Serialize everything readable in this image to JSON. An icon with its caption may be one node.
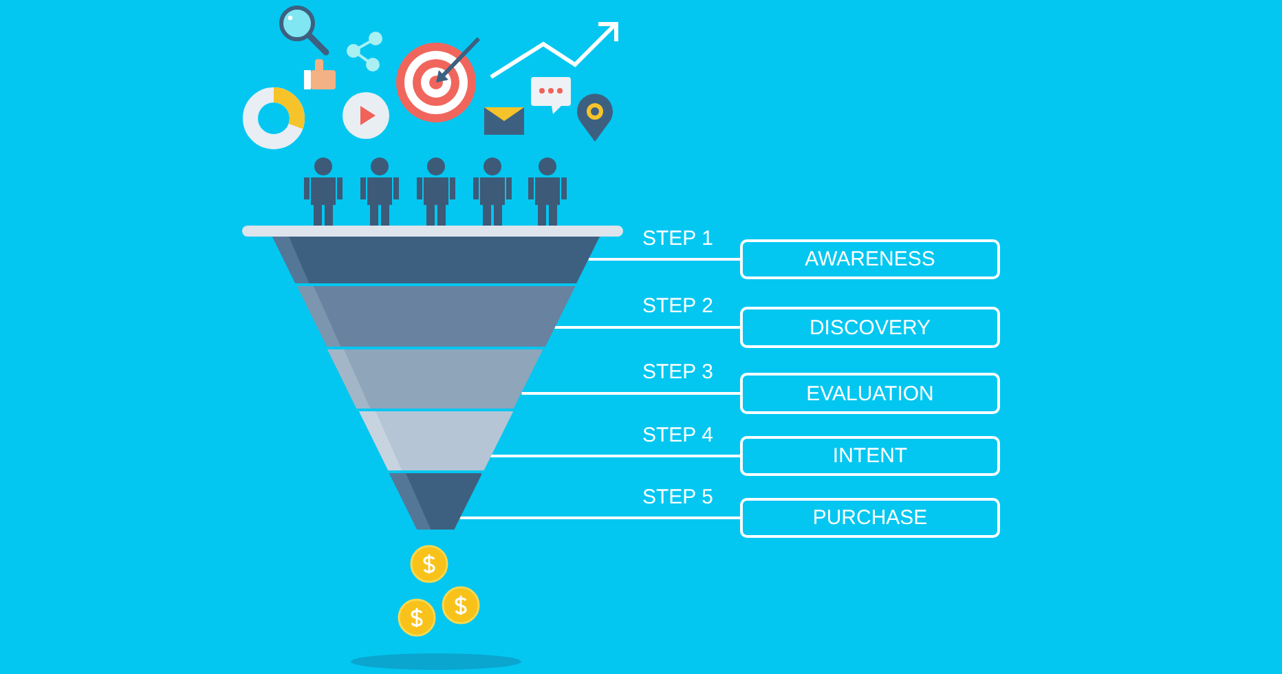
{
  "diagram": {
    "nodes": [
      {
        "text": [],
        "shape": "trapezoid"
      },
      {
        "text": [],
        "shape": "trapezoid"
      },
      {
        "text": [],
        "shape": "trapezoid"
      },
      {
        "text": [],
        "shape": "trapezoid"
      },
      {
        "text": [],
        "shape": "trapezoid"
      },
      {
        "text": [
          "AWARENESS"
        ]
      },
      {
        "text": [
          "DISCOVERY"
        ]
      },
      {
        "text": [
          "EVALUATION"
        ]
      },
      {
        "text": [
          "INTENT"
        ]
      },
      {
        "text": [
          "PURCHASE"
        ]
      }
    ],
    "edges": [
      {
        "from": 5,
        "to": 0,
        "arrow": "none",
        "label": "STEP 1"
      },
      {
        "from": 6,
        "to": 1,
        "arrow": "none",
        "label": "STEP 2"
      },
      {
        "from": 7,
        "to": 2,
        "arrow": "none",
        "label": "STEP 3"
      },
      {
        "from": 8,
        "to": 3,
        "arrow": "none",
        "label": "STEP 4"
      },
      {
        "from": 9,
        "to": 4,
        "arrow": "none",
        "label": "STEP 5"
      }
    ]
  }
}
